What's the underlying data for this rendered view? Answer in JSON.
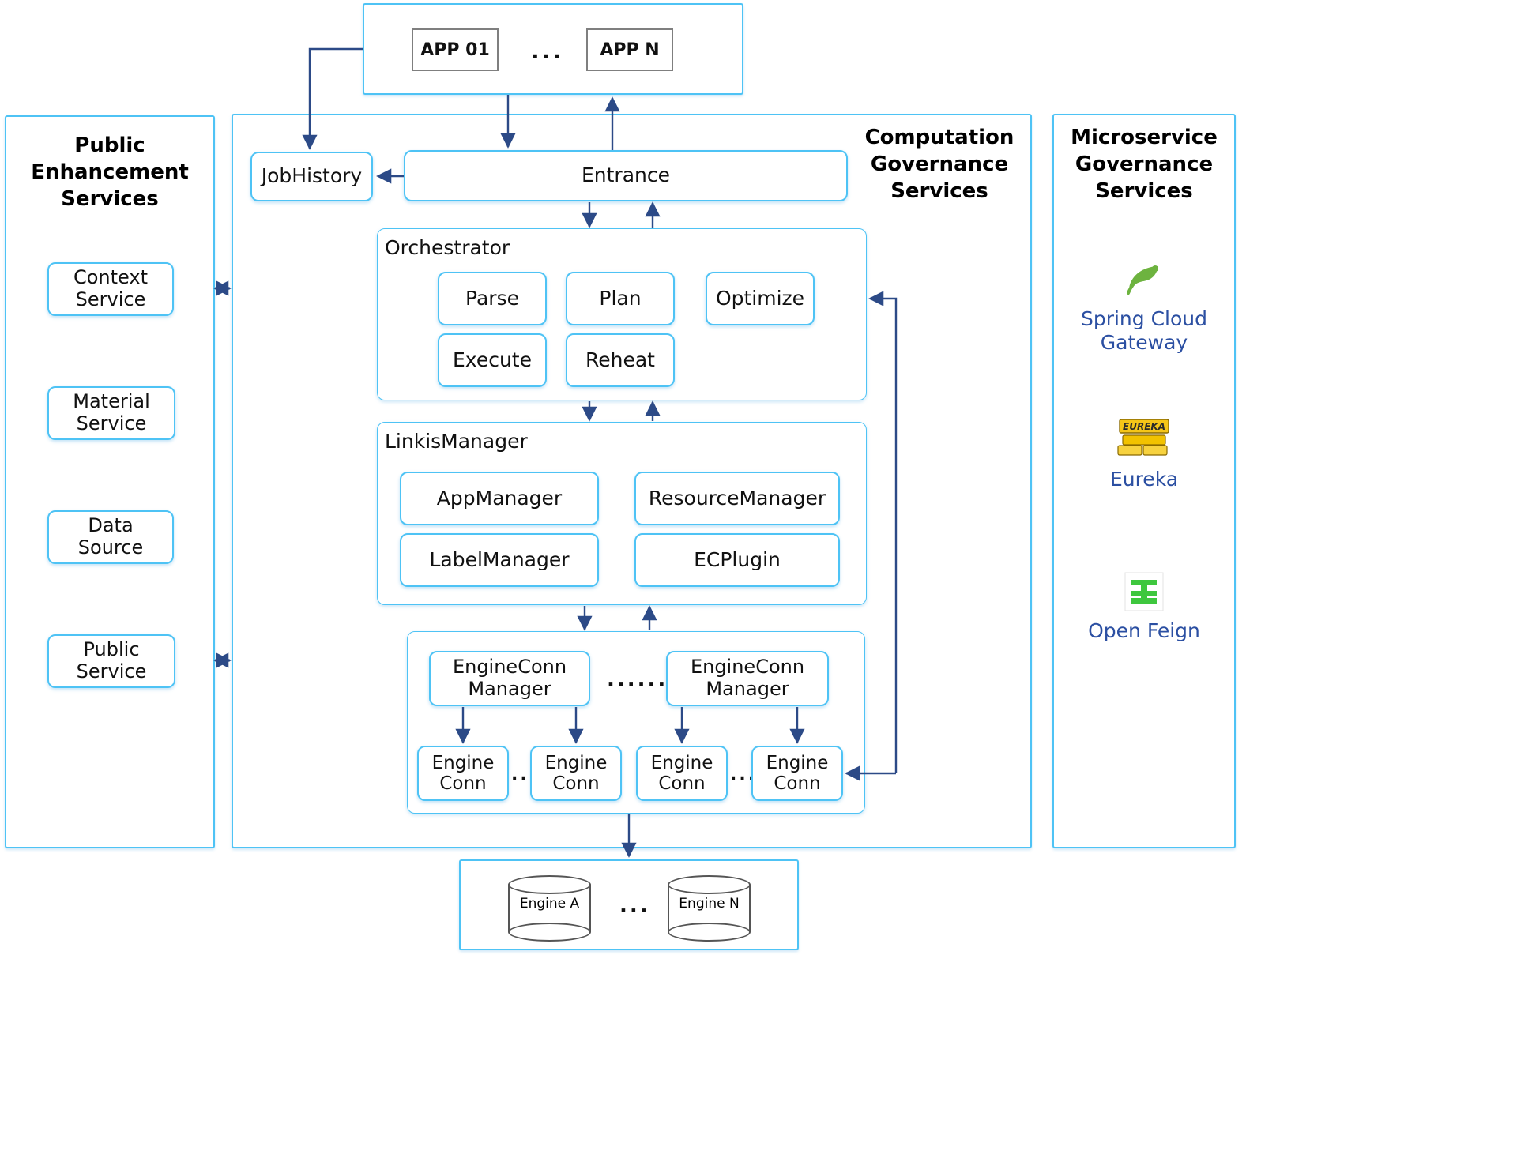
{
  "panels": {
    "apps": {
      "items": [
        {
          "label": "APP 01"
        },
        {
          "label": "APP N"
        }
      ],
      "ellipsis": "..."
    },
    "public_enhancement": {
      "title": "Public\nEnhancement\nServices",
      "title_lines": [
        "Public",
        "Enhancement",
        "Services"
      ],
      "items": [
        {
          "label": "Context\nService",
          "line1": "Context",
          "line2": "Service"
        },
        {
          "label": "Material\nService",
          "line1": "Material",
          "line2": "Service"
        },
        {
          "label": "Data\nSource",
          "line1": "Data",
          "line2": "Source"
        },
        {
          "label": "Public\nService",
          "line1": "Public",
          "line2": "Service"
        }
      ]
    },
    "computation_governance": {
      "title_lines": [
        "Computation",
        "Governance",
        "Services"
      ],
      "job_history": "JobHistory",
      "entrance": "Entrance",
      "orchestrator": {
        "label": "Orchestrator",
        "items": [
          "Parse",
          "Plan",
          "Optimize",
          "Execute",
          "Reheat"
        ]
      },
      "linkis_manager": {
        "label": "LinkisManager",
        "items": [
          "AppManager",
          "ResourceManager",
          "LabelManager",
          "ECPlugin"
        ]
      },
      "engine_conn_area": {
        "managers": [
          {
            "line1": "EngineConn",
            "line2": "Manager"
          },
          {
            "line1": "EngineConn",
            "line2": "Manager"
          }
        ],
        "manager_ellipsis": "......",
        "engines": [
          {
            "line1": "Engine",
            "line2": "Conn"
          },
          {
            "line1": "Engine",
            "line2": "Conn"
          },
          {
            "line1": "Engine",
            "line2": "Conn"
          },
          {
            "line1": "Engine",
            "line2": "Conn"
          }
        ],
        "engine_ellipsis_left": ".....",
        "engine_ellipsis_right": "....."
      }
    },
    "microservice_governance": {
      "title_lines": [
        "Microservice",
        "Governance",
        "Services"
      ],
      "items": [
        {
          "icon": "spring-cloud-leaf-icon",
          "caption_lines": [
            "Spring Cloud",
            "Gateway"
          ],
          "color": "#6db33f"
        },
        {
          "icon": "eureka-icon",
          "caption_lines": [
            "Eureka"
          ],
          "color": "#f5c518"
        },
        {
          "icon": "open-feign-icon",
          "caption_lines": [
            "Open Feign"
          ],
          "color": "#3ec73e"
        }
      ]
    },
    "engines_store": {
      "items": [
        {
          "label": "Engine A"
        },
        {
          "label": "Engine N"
        }
      ],
      "ellipsis": "..."
    }
  },
  "colors": {
    "box_border": "#4ec3f5",
    "arrow": "#2c4a87",
    "app_box_border": "#7f7f7f",
    "caption_text": "#2b4fa2"
  }
}
